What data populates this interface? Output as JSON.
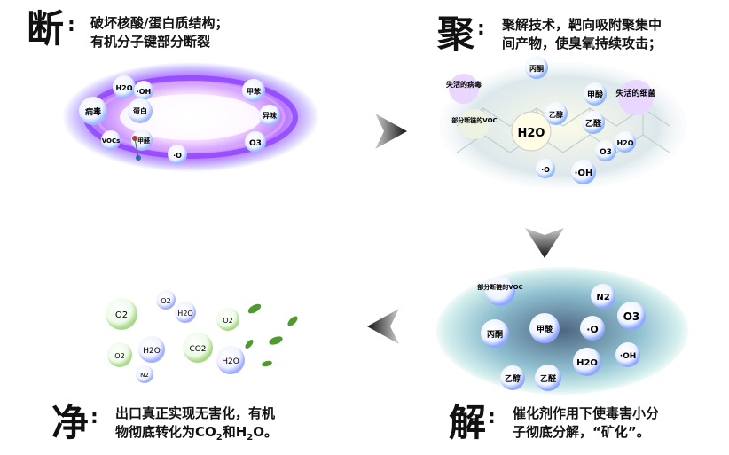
{
  "stages": {
    "break": {
      "char": "断",
      "line1": "破坏核酸/蛋白质结构；",
      "line2": "有机分子键部分断裂"
    },
    "gather": {
      "char": "聚",
      "line1": "聚解技术，靶向吸附聚集中",
      "line2": "间产物，使臭氧持续攻击；"
    },
    "decompose": {
      "char": "解",
      "line1": "催化剂作用下使毒害小分",
      "line2": "子彻底分解，“矿化”。"
    },
    "clean": {
      "char": "净",
      "line1": "出口真正实现无害化，有机",
      "line2_pre": "物彻底转化为CO",
      "sub1": "2",
      "line2_mid": "和H",
      "sub2": "2",
      "line2_post": "O。"
    }
  },
  "labels": {
    "break": [
      "病毒",
      "H2O",
      "·OH",
      "蛋白",
      "VOCs",
      "甲醛",
      "·O",
      "甲苯",
      "异味",
      "O3"
    ],
    "gather": [
      "丙酮",
      "失活的病毒",
      "甲酸",
      "失活的细菌",
      "部分断链的VOC",
      "H2O",
      "乙醇",
      "乙醛",
      "O3",
      "H2O",
      "·O",
      "·OH"
    ],
    "decompose": [
      "部分断链的VOC",
      "N2",
      "O3",
      "丙酮",
      "甲酸",
      "·O",
      "·OH",
      "H2O",
      "乙醇",
      "乙醛"
    ],
    "clean": [
      "O2",
      "O2",
      "H2O",
      "O2",
      "O2",
      "H2O",
      "CO2",
      "H2O",
      "N2"
    ]
  },
  "colors": {
    "text": "#111111",
    "accent_purple": "#9b4dff",
    "bubble_edge": "#7fb3ff",
    "leaf": "#4f9a2f"
  }
}
